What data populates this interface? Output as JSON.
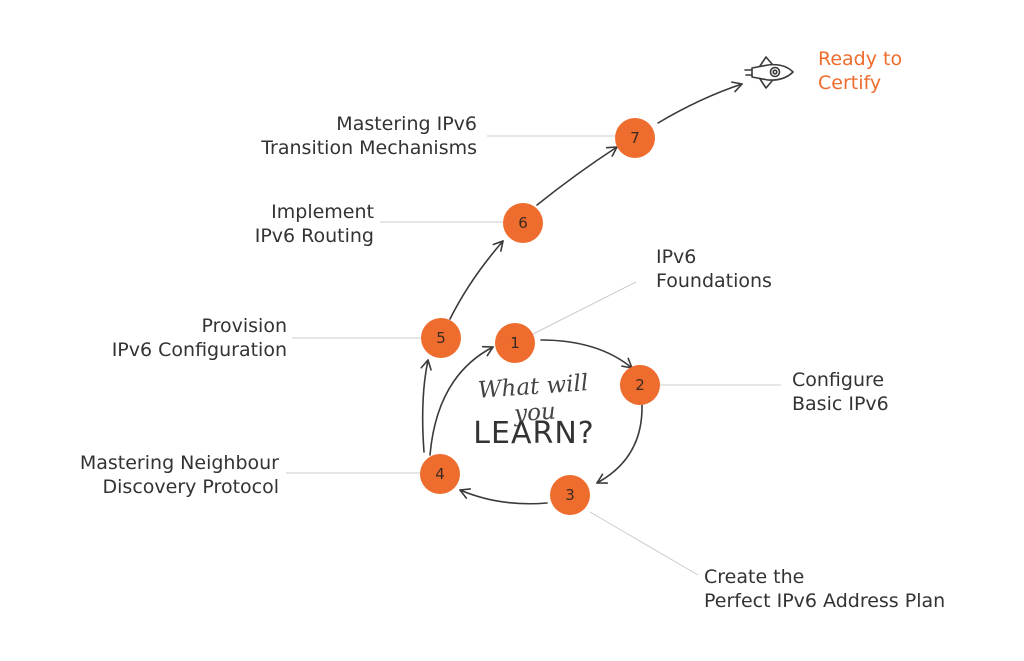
{
  "center": {
    "script_text": "What will you",
    "title": "LEARN?"
  },
  "steps": [
    {
      "number": "1",
      "label_line1": "IPv6",
      "label_line2": "Foundations"
    },
    {
      "number": "2",
      "label_line1": "Configure",
      "label_line2": "Basic IPv6"
    },
    {
      "number": "3",
      "label_line1": "Create the",
      "label_line2": "Perfect IPv6 Address Plan"
    },
    {
      "number": "4",
      "label_line1": "Mastering Neighbour",
      "label_line2": "Discovery Protocol"
    },
    {
      "number": "5",
      "label_line1": "Provision",
      "label_line2": "IPv6 Configuration"
    },
    {
      "number": "6",
      "label_line1": "Implement",
      "label_line2": "IPv6 Routing"
    },
    {
      "number": "7",
      "label_line1": "Mastering IPv6",
      "label_line2": "Transition Mechanisms"
    }
  ],
  "goal": {
    "line1": "Ready to",
    "line2": "Certify",
    "icon": "rocket-icon"
  },
  "colors": {
    "accent": "#ee6c2d",
    "text": "#333333",
    "connector": "#cccccc",
    "arrow": "#3a3a3a"
  }
}
